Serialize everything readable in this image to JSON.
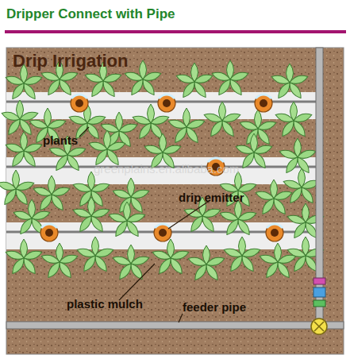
{
  "diagram": {
    "title": "Dripper Connect with Pipe",
    "labels": [
      "Drip Irrigation",
      "greenplains.en.alibaba.com",
      "plants",
      "drip emitter",
      "plastic mulch",
      "feeder pipe"
    ]
  }
}
